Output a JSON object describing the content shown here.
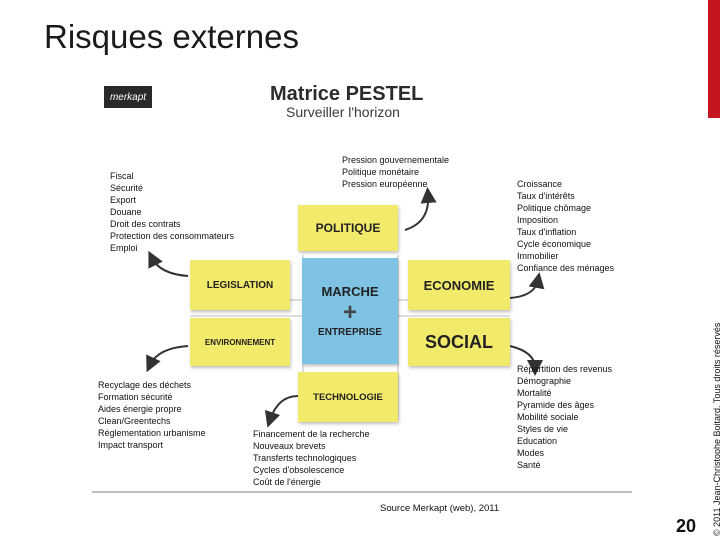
{
  "slide": {
    "title": "Risques externes",
    "source": "Source Merkapt (web), 2011",
    "page_number": "20",
    "copyright": "© 2011 Jean-Christophe Boitard. Tous droits réservés",
    "accent_color": "#c4161c"
  },
  "figure": {
    "logo_text": "merkapt",
    "title": "Matrice PESTEL",
    "subtitle": "Surveiller l'horizon",
    "box_color": "#f2ea6b",
    "center_color": "#7ec2e4",
    "boxes": {
      "politique": "POLITIQUE",
      "legislation": "LEGISLATION",
      "economie": "ECONOMIE",
      "environnement": "ENVIRONNEMENT",
      "social": "SOCIAL",
      "technologie": "TECHNOLOGIE",
      "center_top": "MARCHE",
      "center_plus": "+",
      "center_bottom": "ENTREPRISE"
    },
    "lists": {
      "politique": [
        "Pression gouvernementale",
        "Politique monétaire",
        "Pression européenne"
      ],
      "legislation": [
        "Fiscal",
        "Sécurité",
        "Export",
        "Douane",
        "Droit des contrats",
        "Protection des consommateurs",
        "Emploi"
      ],
      "economie": [
        "Croissance",
        "Taux d'intérêts",
        "Politique chômage",
        "Imposition",
        "Taux d'inflation",
        "Cycle économique",
        "Immobilier",
        "Confiance des ménages"
      ],
      "environnement": [
        "Recyclage des déchets",
        "Formation sécurité",
        "Aides énergie propre",
        "Clean/Greentechs",
        "Réglementation urbanisme",
        "Impact transport"
      ],
      "social": [
        "Répartition des revenus",
        "Démographie",
        "Mortalité",
        "Pyramide des âges",
        "Mobilité sociale",
        "Styles de vie",
        "Education",
        "Modes",
        "Santé"
      ],
      "technologie": [
        "Financement de la recherche",
        "Nouveaux brevets",
        "Transferts technologiques",
        "Cycles d'obsolescence",
        "Coût de l'énergie"
      ]
    }
  }
}
